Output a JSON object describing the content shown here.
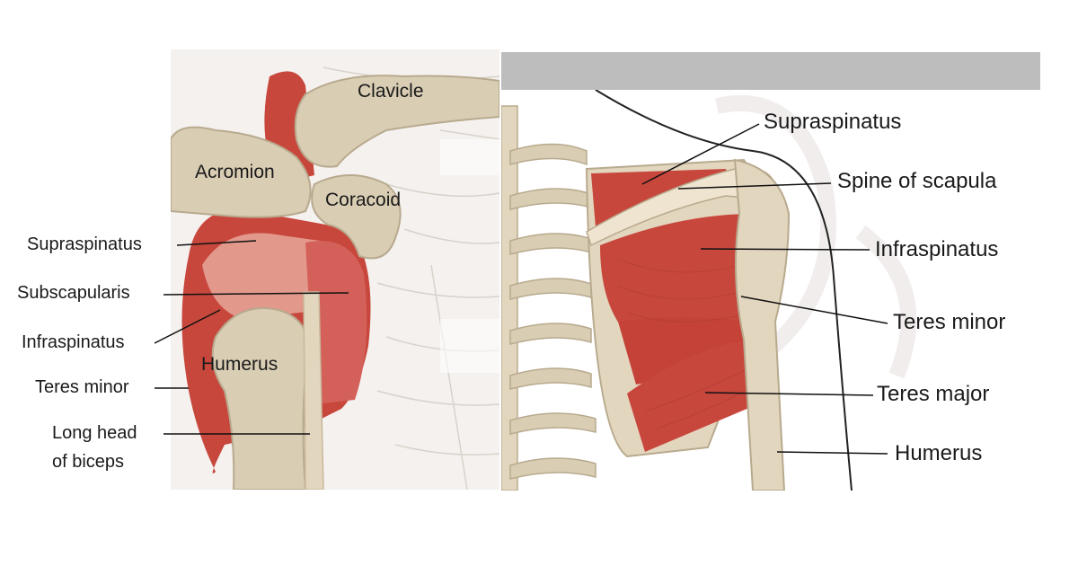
{
  "left_panel": {
    "labels": {
      "clavicle": "Clavicle",
      "acromion": "Acromion",
      "coracoid": "Coracoid",
      "supraspinatus": "Supraspinatus",
      "subscapularis": "Subscapularis",
      "infraspinatus": "Infraspinatus",
      "humerus": "Humerus",
      "teres_minor": "Teres minor",
      "long_head_line1": "Long head",
      "long_head_line2": "of biceps"
    }
  },
  "right_panel": {
    "labels": {
      "supraspinatus": "Supraspinatus",
      "spine_of_scapula": "Spine of scapula",
      "infraspinatus": "Infraspinatus",
      "teres_minor": "Teres minor",
      "teres_major": "Teres major",
      "humerus": "Humerus"
    }
  },
  "colors": {
    "muscle": "#c8473d",
    "muscle_light": "#e8a79a",
    "bone": "#d9cdb4",
    "bone_shadow": "#b8aa8e",
    "panel_bg": "#f4f1ee",
    "header_bar": "#bdbdbd"
  }
}
